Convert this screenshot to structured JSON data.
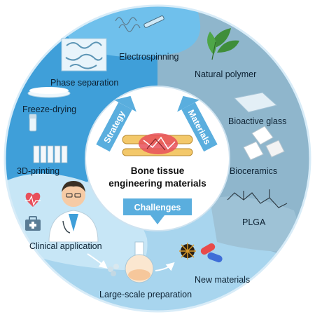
{
  "center": {
    "title_line1": "Bone tissue",
    "title_line2": "engineering materials"
  },
  "arrows": {
    "strategy": "Strategy",
    "materials": "Materials",
    "challenges": "Challenges"
  },
  "strategy": {
    "items": [
      "Electrospinning",
      "Phase separation",
      "Freeze-drying",
      "3D-printing"
    ]
  },
  "materials": {
    "items": [
      "Natural polymer",
      "Bioactive glass",
      "Bioceramics",
      "PLGA"
    ]
  },
  "challenges": {
    "items": [
      "Clinical application",
      "Large-scale preparation",
      "New materials"
    ]
  },
  "colors": {
    "ring_left": "#3f9fd9",
    "ring_right": "#8fb6cc",
    "ring_bottom": "#a8d5ee",
    "lobe_bottom_left": "#c7e6f6",
    "lobe_top": "#6fc0ec",
    "arrow_blue": "#5aaede",
    "center_fill": "#ffffff"
  }
}
